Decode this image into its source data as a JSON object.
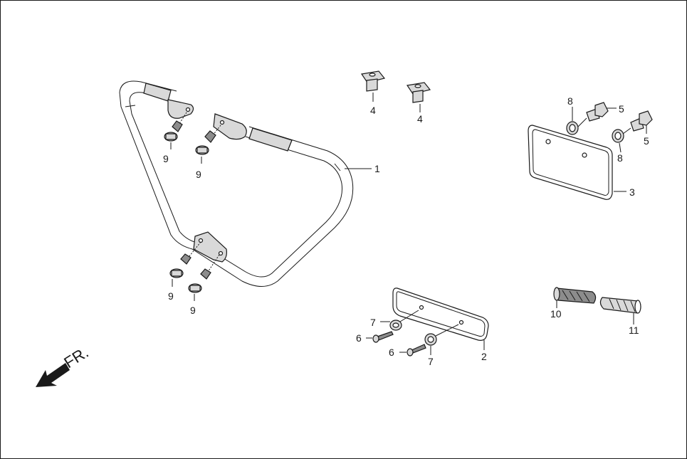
{
  "direction": {
    "label": "FR."
  },
  "callouts": [
    {
      "id": "frame-1",
      "text": "1"
    },
    {
      "id": "plate-2",
      "text": "2"
    },
    {
      "id": "plate-3",
      "text": "3"
    },
    {
      "id": "grommet-4a",
      "text": "4"
    },
    {
      "id": "grommet-4b",
      "text": "4"
    },
    {
      "id": "bolt-5a",
      "text": "5"
    },
    {
      "id": "bolt-5b",
      "text": "5"
    },
    {
      "id": "screw-6a",
      "text": "6"
    },
    {
      "id": "screw-6b",
      "text": "6"
    },
    {
      "id": "washer-7a",
      "text": "7"
    },
    {
      "id": "washer-7b",
      "text": "7"
    },
    {
      "id": "washer-8a",
      "text": "8"
    },
    {
      "id": "washer-8b",
      "text": "8"
    },
    {
      "id": "bolt-9a",
      "text": "9"
    },
    {
      "id": "bolt-9b",
      "text": "9"
    },
    {
      "id": "bolt-9c",
      "text": "9"
    },
    {
      "id": "bolt-9d",
      "text": "9"
    },
    {
      "id": "grip-10",
      "text": "10"
    },
    {
      "id": "grip-11",
      "text": "11"
    }
  ]
}
